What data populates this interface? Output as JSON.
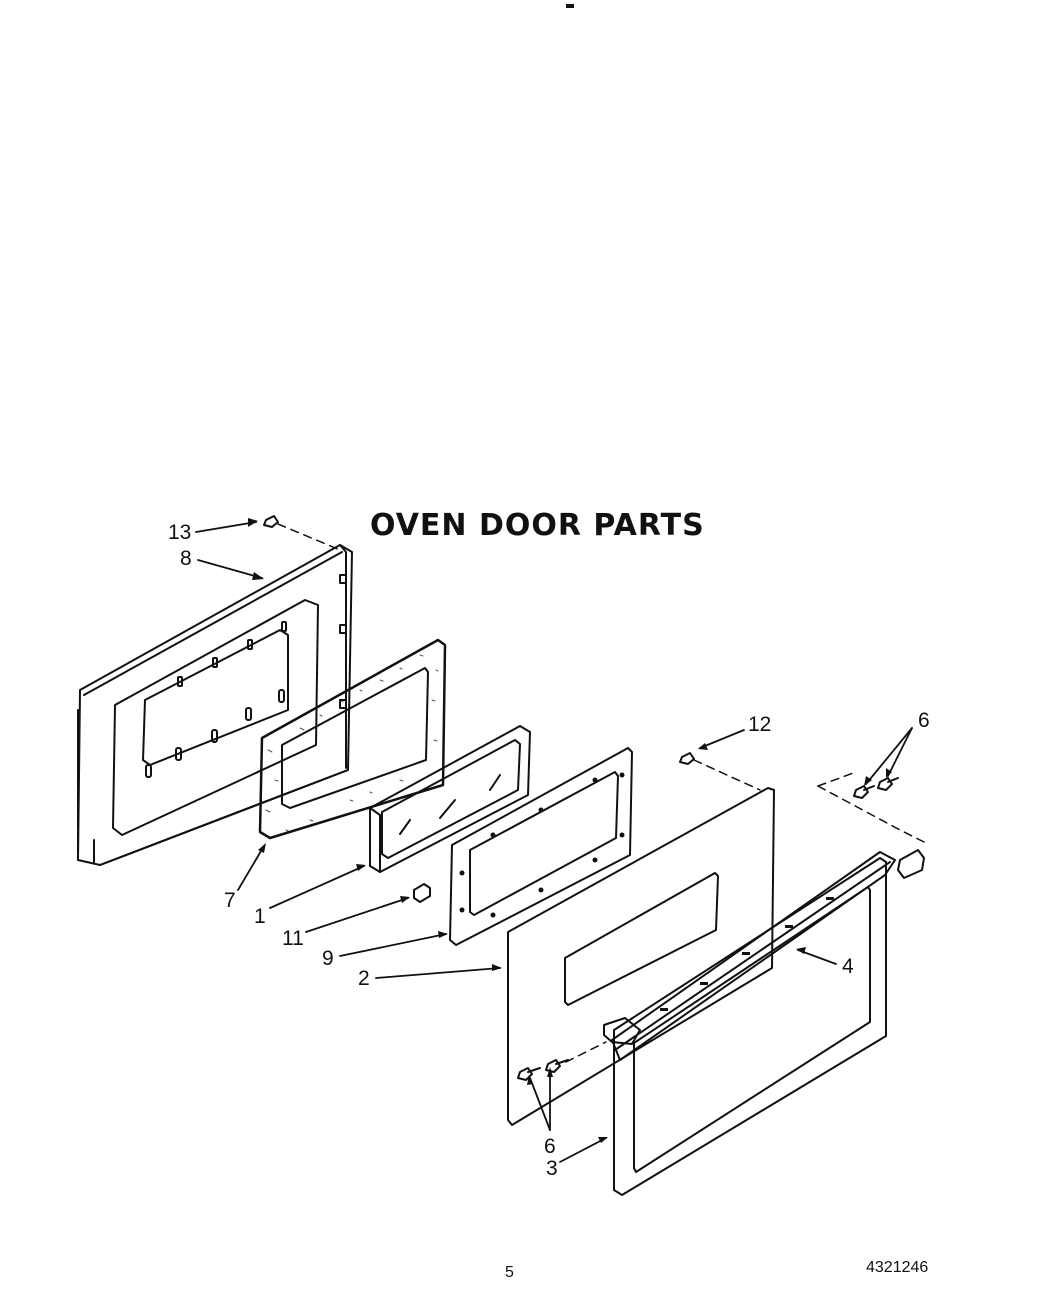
{
  "title": "OVEN DOOR PARTS",
  "callouts": {
    "c13": "13",
    "c8": "8",
    "c7": "7",
    "c1": "1",
    "c11": "11",
    "c9": "9",
    "c2": "2",
    "c12": "12",
    "c6a": "6",
    "c4": "4",
    "c6b": "6",
    "c3": "3"
  },
  "footer": {
    "page_number": "5",
    "document_number": "4321246"
  }
}
